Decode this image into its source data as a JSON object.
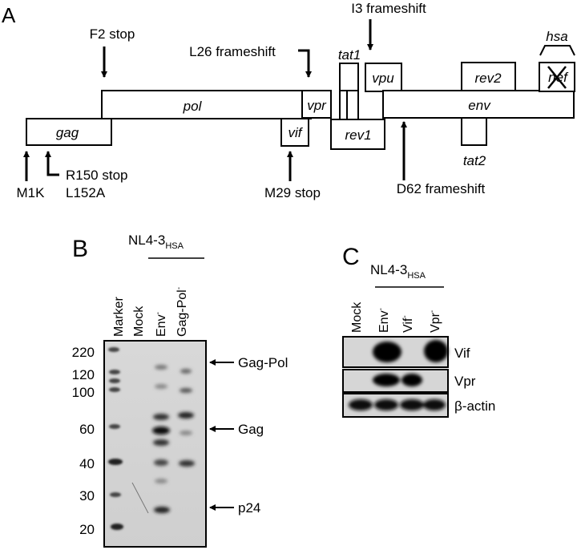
{
  "panels": {
    "a": "A",
    "b": "B",
    "c": "C"
  },
  "genome": {
    "genes": {
      "gag": "gag",
      "pol": "pol",
      "vif": "vif",
      "vpr": "vpr",
      "tat1": "tat1",
      "rev1": "rev1",
      "vpu": "vpu",
      "env": "env",
      "rev2": "rev2",
      "tat2": "tat2",
      "nef": "nef",
      "hsa": "hsa"
    },
    "mutations": {
      "f2_stop": "F2 stop",
      "l26_frameshift": "L26 frameshift",
      "i3_frameshift": "I3 frameshift",
      "m1k": "M1K",
      "r150_stop": "R150 stop",
      "l152a": "L152A",
      "m29_stop": "M29 stop",
      "d62_frameshift": "D62 frameshift"
    }
  },
  "blot_b": {
    "virus_base": "NL4-3",
    "virus_sub": "HSA",
    "lanes": [
      "Marker",
      "Mock",
      "Env",
      "Gag-Pol"
    ],
    "lane_superscripts": [
      "",
      "",
      "-",
      "-"
    ],
    "mw_markers": [
      "220",
      "120",
      "100",
      "60",
      "40",
      "30",
      "20"
    ],
    "band_labels": [
      "Gag-Pol",
      "Gag",
      "p24"
    ]
  },
  "blot_c": {
    "virus_base": "NL4-3",
    "virus_sub": "HSA",
    "lanes": [
      "Mock",
      "Env",
      "Vif",
      "Vpr"
    ],
    "lane_superscripts": [
      "",
      "-",
      "-",
      "-"
    ],
    "strip_labels": [
      "Vif",
      "Vpr",
      "β-actin"
    ]
  }
}
